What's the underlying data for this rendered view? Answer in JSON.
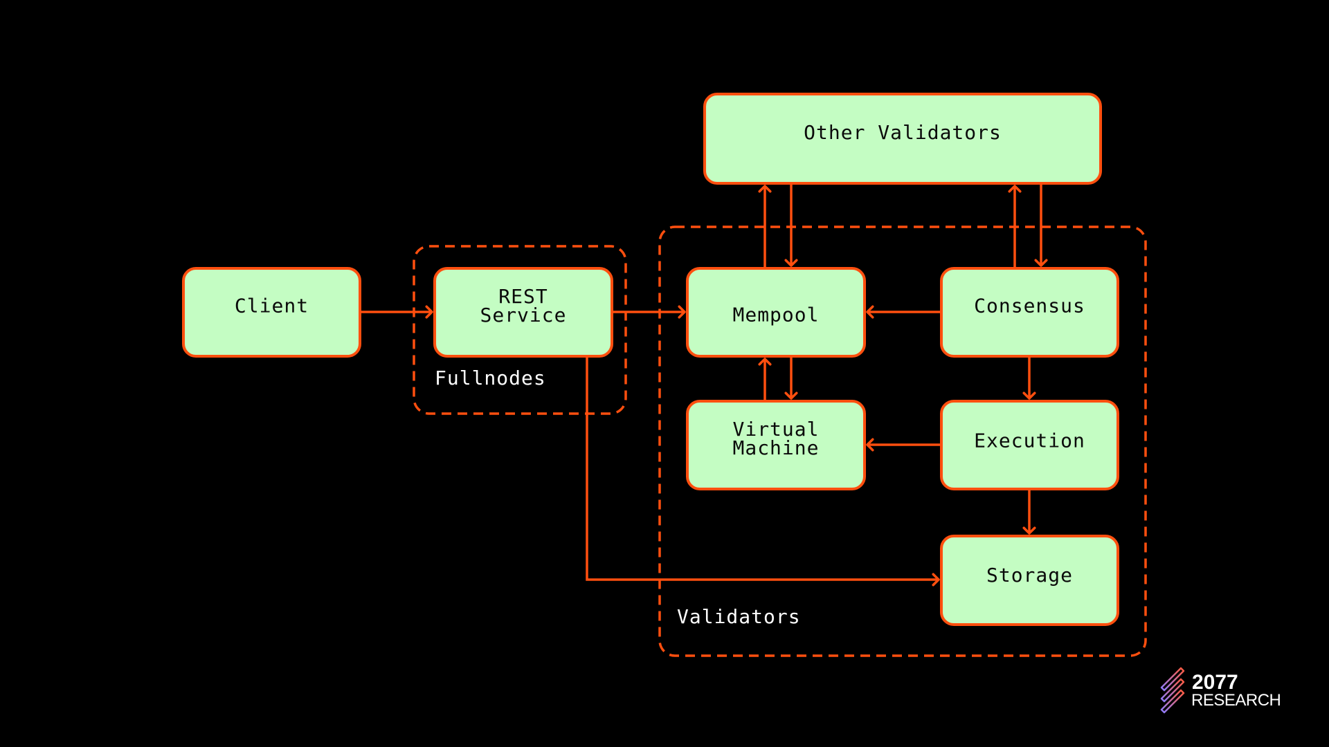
{
  "diagram": {
    "title": "Validator architecture data flow",
    "colors": {
      "background": "#000000",
      "node_fill": "#c4fdc3",
      "accent": "#ff4f0f",
      "node_text": "#0a0a0a",
      "group_text": "#ffffff"
    },
    "groups": [
      {
        "id": "fullnodes",
        "label": "Fullnodes"
      },
      {
        "id": "validators",
        "label": "Validators"
      }
    ],
    "nodes": [
      {
        "id": "client",
        "label_lines": [
          "Client"
        ],
        "group": null
      },
      {
        "id": "rest",
        "label_lines": [
          "REST",
          "Service"
        ],
        "group": "fullnodes"
      },
      {
        "id": "mempool",
        "label_lines": [
          "Mempool"
        ],
        "group": "validators"
      },
      {
        "id": "consensus",
        "label_lines": [
          "Consensus"
        ],
        "group": "validators"
      },
      {
        "id": "vm",
        "label_lines": [
          "Virtual",
          "Machine"
        ],
        "group": "validators"
      },
      {
        "id": "execution",
        "label_lines": [
          "Execution"
        ],
        "group": "validators"
      },
      {
        "id": "storage",
        "label_lines": [
          "Storage"
        ],
        "group": "validators"
      },
      {
        "id": "others",
        "label_lines": [
          "Other Validators"
        ],
        "group": null
      }
    ],
    "edges": [
      {
        "from": "client",
        "to": "rest"
      },
      {
        "from": "rest",
        "to": "mempool"
      },
      {
        "from": "rest",
        "to": "storage"
      },
      {
        "from": "mempool",
        "to": "others"
      },
      {
        "from": "others",
        "to": "mempool"
      },
      {
        "from": "consensus",
        "to": "others"
      },
      {
        "from": "others",
        "to": "consensus"
      },
      {
        "from": "consensus",
        "to": "mempool"
      },
      {
        "from": "vm",
        "to": "mempool"
      },
      {
        "from": "mempool",
        "to": "vm"
      },
      {
        "from": "consensus",
        "to": "execution"
      },
      {
        "from": "execution",
        "to": "vm"
      },
      {
        "from": "execution",
        "to": "storage"
      }
    ]
  },
  "logo": {
    "number": "2077",
    "word": "RESEARCH",
    "gradient_start": "#ff5a3c",
    "gradient_end": "#8a7cff"
  }
}
